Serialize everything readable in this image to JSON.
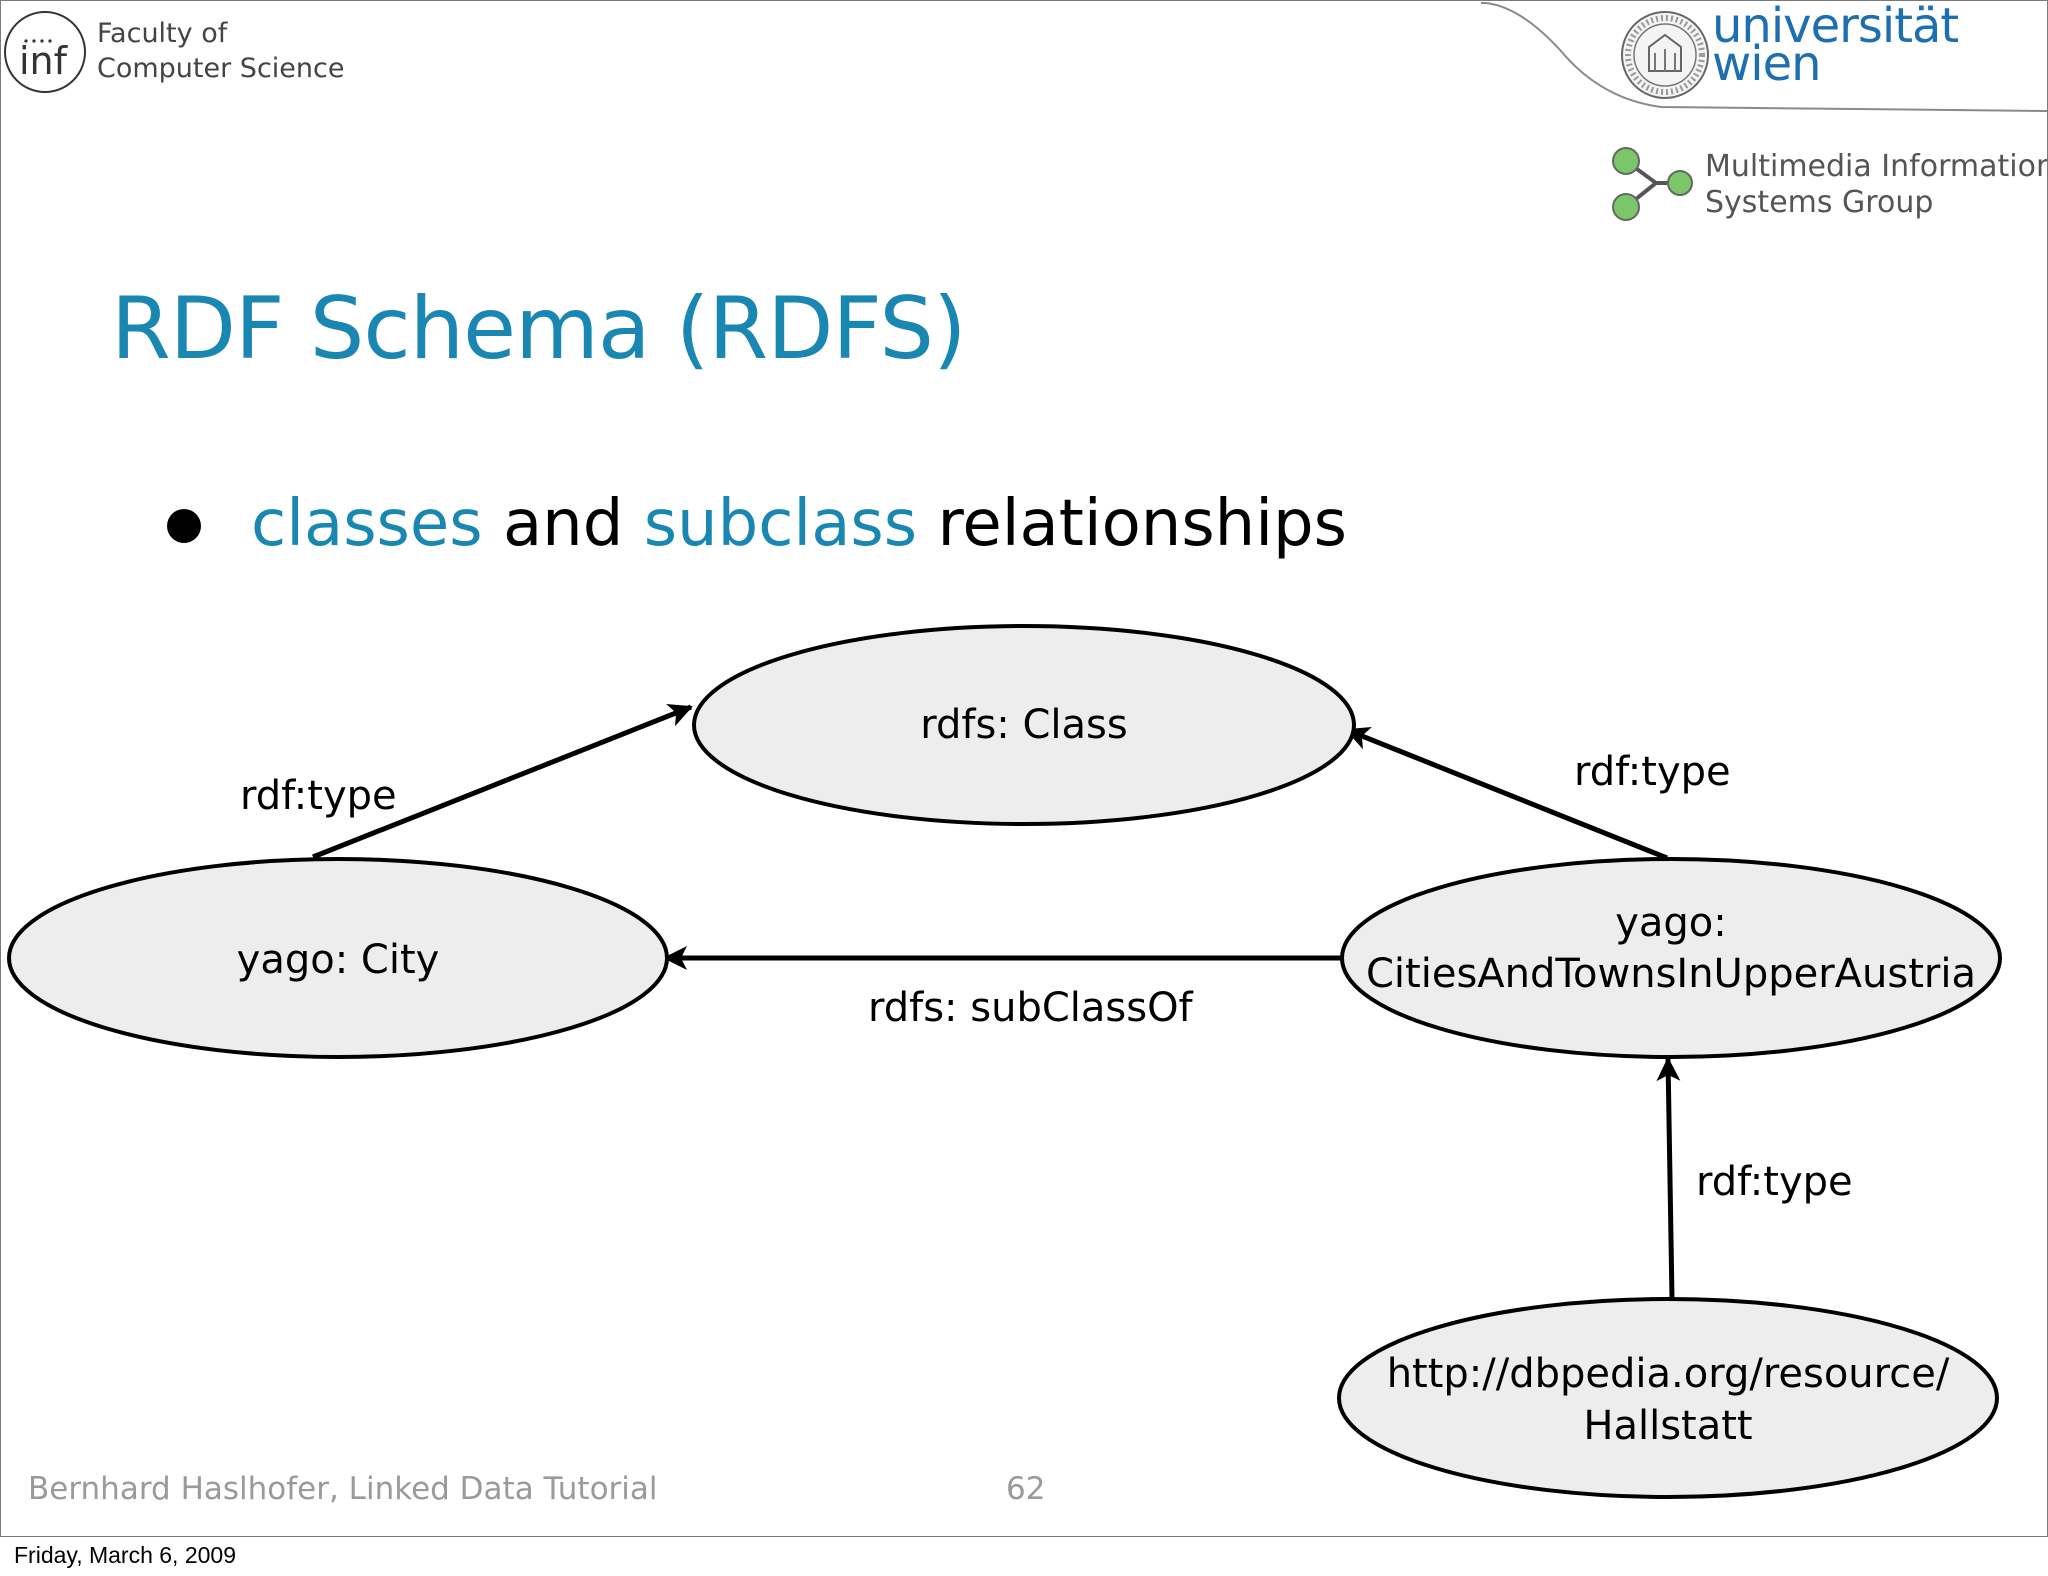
{
  "header": {
    "logo_text": "inf",
    "faculty_line1": "Faculty of",
    "faculty_line2": "Computer Science",
    "university_line1": "universität",
    "university_line2": "wien",
    "group_line1": "Multimedia Information",
    "group_line2": "Systems Group"
  },
  "slide": {
    "title": "RDF Schema (RDFS)",
    "bullet": {
      "word1": "classes",
      "word2": " and ",
      "word3": "subclass",
      "word4": " relationships"
    }
  },
  "diagram": {
    "nodes": {
      "class": "rdfs: Class",
      "city": "yago: City",
      "austria_line1": "yago:",
      "austria_line2": "CitiesAndTownsInUpperAustria",
      "hallstatt_line1": "http://dbpedia.org/resource/",
      "hallstatt_line2": "Hallstatt"
    },
    "edges": {
      "city_to_class": "rdf:type",
      "austria_to_class": "rdf:type",
      "austria_to_city": "rdfs: subClassOf",
      "hallstatt_to_austria": "rdf:type"
    }
  },
  "footer": {
    "author": "Bernhard Haslhofer, Linked Data Tutorial",
    "page_number": "62"
  },
  "print_date": "Friday, March 6, 2009",
  "colors": {
    "accent": "#1a86b2",
    "university_blue": "#1e6fb0",
    "node_fill": "#ededed",
    "footer_gray": "#9a9a9a"
  }
}
